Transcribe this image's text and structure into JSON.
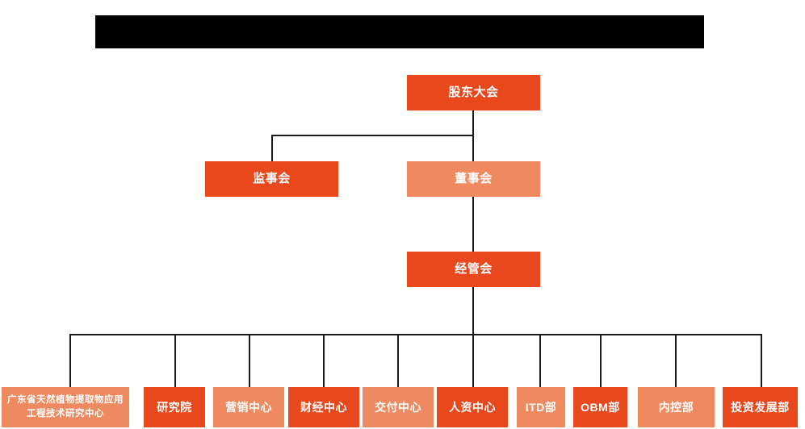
{
  "chart_data": {
    "type": "diagram",
    "title": "",
    "diagram_kind": "organization-chart",
    "orientation": "top-down",
    "background": "#ffffff",
    "colors": {
      "vivid_orange": "#E8481C",
      "light_salmon": "#EF8A60",
      "connector": "#1a1a1a",
      "node_text": "#ffffff",
      "redaction": "#000000"
    },
    "levels": [
      {
        "level": 1,
        "nodes": [
          "shareholders_meeting"
        ]
      },
      {
        "level": 2,
        "nodes": [
          "board_of_supervisors",
          "board_of_directors"
        ]
      },
      {
        "level": 3,
        "nodes": [
          "management_committee"
        ]
      },
      {
        "level": 4,
        "nodes": [
          "engineering_research_center",
          "research_institute",
          "marketing_center",
          "finance_center",
          "delivery_center",
          "hr_center",
          "itd_dept",
          "obm_dept",
          "internal_control_dept",
          "investment_development_dept"
        ]
      }
    ],
    "edges": [
      {
        "from": "shareholders_meeting",
        "to": "board_of_supervisors"
      },
      {
        "from": "shareholders_meeting",
        "to": "board_of_directors"
      },
      {
        "from": "board_of_directors",
        "to": "management_committee"
      },
      {
        "from": "management_committee",
        "to": "engineering_research_center"
      },
      {
        "from": "management_committee",
        "to": "research_institute"
      },
      {
        "from": "management_committee",
        "to": "marketing_center"
      },
      {
        "from": "management_committee",
        "to": "finance_center"
      },
      {
        "from": "management_committee",
        "to": "delivery_center"
      },
      {
        "from": "management_committee",
        "to": "hr_center"
      },
      {
        "from": "management_committee",
        "to": "itd_dept"
      },
      {
        "from": "management_committee",
        "to": "obm_dept"
      },
      {
        "from": "management_committee",
        "to": "internal_control_dept"
      },
      {
        "from": "management_committee",
        "to": "investment_development_dept"
      }
    ]
  },
  "banner": {
    "label": ""
  },
  "nodes": {
    "shareholders_meeting": {
      "label": "股东大会",
      "shade": "vivid"
    },
    "board_of_supervisors": {
      "label": "监事会",
      "shade": "vivid"
    },
    "board_of_directors": {
      "label": "董事会",
      "shade": "light"
    },
    "management_committee": {
      "label": "经管会",
      "shade": "vivid"
    },
    "engineering_research_center": {
      "label": "广东省天然植物提取物应用工程技术研究中心",
      "shade": "light"
    },
    "research_institute": {
      "label": "研究院",
      "shade": "vivid"
    },
    "marketing_center": {
      "label": "营销中心",
      "shade": "light"
    },
    "finance_center": {
      "label": "财经中心",
      "shade": "vivid"
    },
    "delivery_center": {
      "label": "交付中心",
      "shade": "light"
    },
    "hr_center": {
      "label": "人资中心",
      "shade": "vivid"
    },
    "itd_dept": {
      "label": "ITD部",
      "shade": "light"
    },
    "obm_dept": {
      "label": "OBM部",
      "shade": "vivid"
    },
    "internal_control_dept": {
      "label": "内控部",
      "shade": "light"
    },
    "investment_development_dept": {
      "label": "投资发展部",
      "shade": "vivid"
    }
  }
}
